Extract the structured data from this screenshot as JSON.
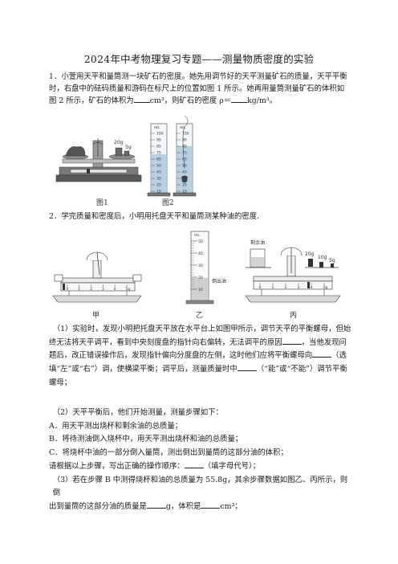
{
  "title": "2024年中考物理复习专题——测量物质密度的实验",
  "q1": {
    "num": "1．",
    "line1": "小萱用天平和量筒测一块矿石的密度。她先用调节好的天平测量矿石的质量，天平平衡",
    "line2": "时，右盘中的砝码质量和游码在标尺上的位置如图 1 所示。她再用量筒测量矿石的体积如",
    "line3a": "图 2 所示，矿石的体积为",
    "line3b": "cm³，则矿石的密度 ρ＝",
    "line3c": "kg/m³。",
    "weight_label": "20g",
    "weight_label2": "5g",
    "cyl_unit": "mL",
    "fig1": "图1",
    "fig2": "图2",
    "cyl_ticks": [
      "100",
      "90",
      "80",
      "70",
      "60",
      "50",
      "40",
      "30",
      "20",
      "10"
    ]
  },
  "q2": {
    "num": "2．",
    "intro": "学完质量和密度后，小明用托盘天平和量筒测某种油的密度.",
    "cyl_unit": "mL",
    "cyl_ticks": [
      "50",
      "40",
      "30",
      "20",
      "10"
    ],
    "oil_label": "倒出油",
    "remain_label": "剩余油",
    "weights": [
      "20g",
      "10g",
      "5g"
    ],
    "scale_nums": [
      "0",
      "1",
      "2",
      "3",
      "4",
      "5g"
    ],
    "fig_jia": "甲",
    "fig_yi": "乙",
    "fig_bing": "丙",
    "p1_l1": "（1）实验时，发现小明把托盘天平放在水平台上如图甲所示，调节天平的平衡螺母，但始",
    "p1_l2a": "终无法将天平调平，看到中央刻度盘的指针向右偏转，无法调平的原因",
    "p1_l2b": "，当他发现问",
    "p1_l3a": "题后，改正错误操作后，发现指针偏向分度盘的左侧，这时他们应将平衡螺母向",
    "p1_l3b": "（选",
    "p1_l4a": "填“左”或“右”）调，使横梁平衡；调平后，测量质量时中",
    "p1_l4b": "（“能”或“不能”）调节平衡",
    "p1_l5": "螺母；",
    "p2": "（2）天平平衡后，他们开始测量，测量步骤如下：",
    "stepA": "A．用天平测出烧杯和剩余油的总质量；",
    "stepB": "B．将待测油倒入烧杯中，用天平测出烧杯和油的总质量；",
    "stepC": "C．将烧杯中油的一部分倒入量筒，测出倒出到量筒的这部分油的体积；",
    "order_a": "请根据以上步骤，写出正确的操作顺序：",
    "order_b": "（填字母代号）；",
    "p3_l1": "（3）若在步骤 B 中测得烧杯和油的总质量为 55.8g，其余步骤数据如图乙、丙所示，则倒",
    "p3_l2a": "出到量筒的这部分油的质量是",
    "p3_l2b": "g，体积是",
    "p3_l2c": "cm³；"
  }
}
